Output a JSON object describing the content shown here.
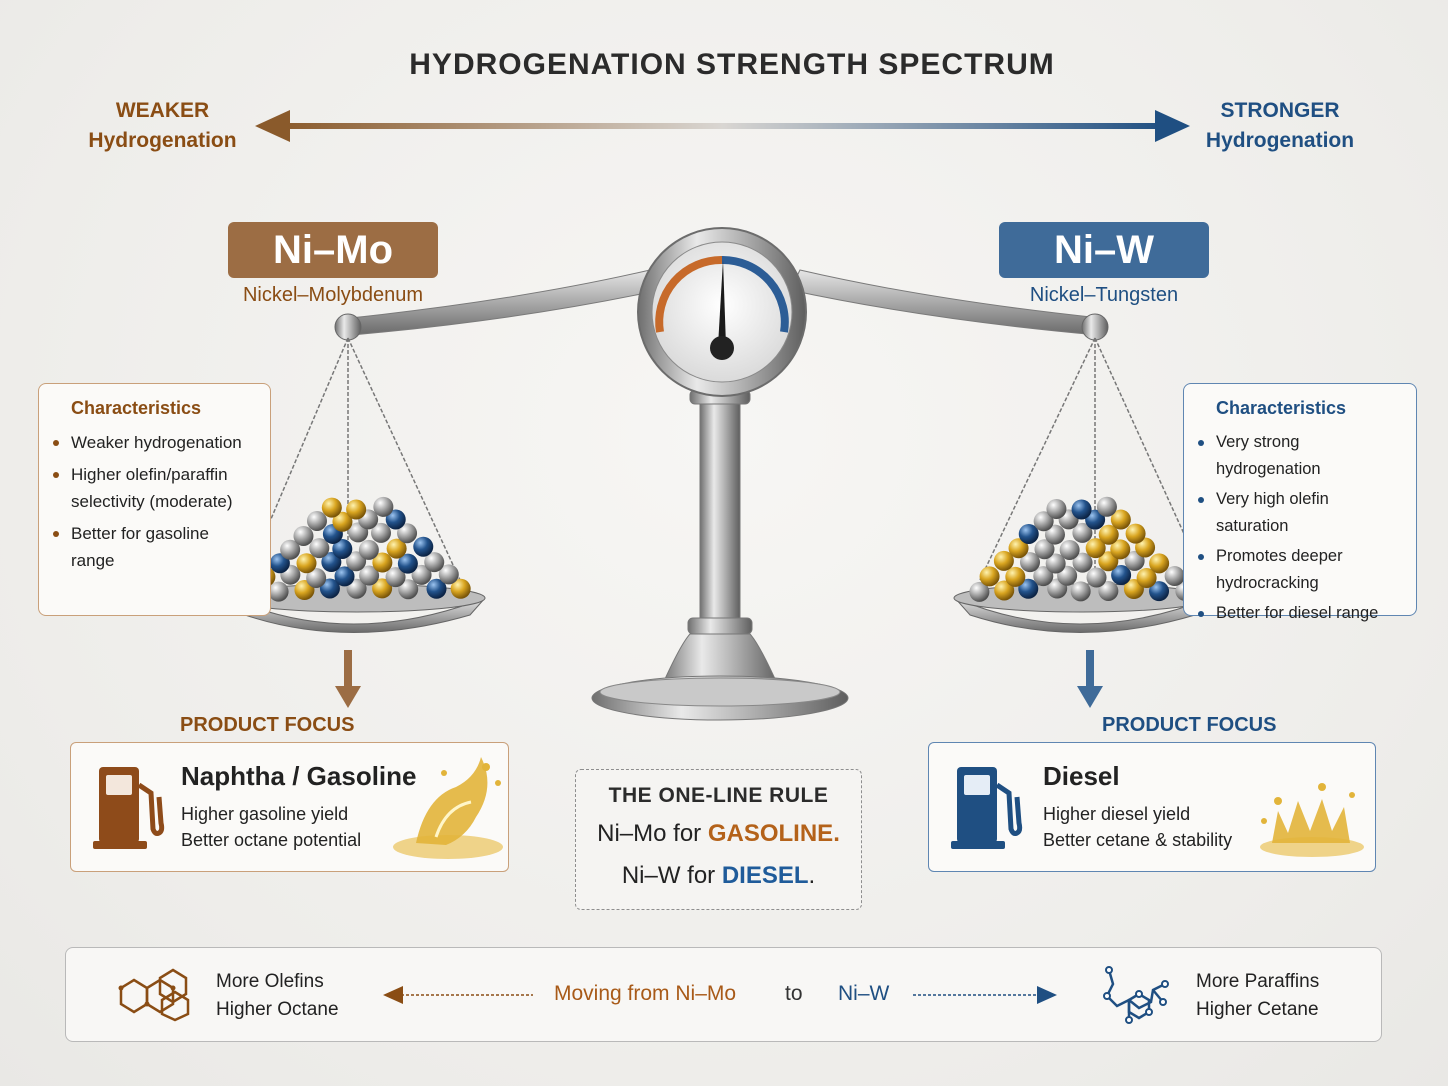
{
  "title": "HYDROGENATION STRENGTH SPECTRUM",
  "spectrum": {
    "weak_line1": "WEAKER",
    "weak_line2": "Hydrogenation",
    "strong_line1": "STRONGER",
    "strong_line2": "Hydrogenation",
    "colors": {
      "weak": "#8a4d14",
      "strong": "#1f4f82"
    }
  },
  "nimo": {
    "name": "Ni–Mo",
    "full_name": "Nickel–Molybdenum",
    "characteristics_title": "Characteristics",
    "characteristics": [
      "Weaker hydrogenation",
      "Higher olefin/paraffin selectivity (moderate)",
      "Better for gasoline range"
    ],
    "product_focus_label": "PRODUCT FOCUS",
    "product_title": "Naphtha / Gasoline",
    "product_lines": [
      "Higher gasoline yield",
      "Better octane potential"
    ],
    "icons": [
      "fuel-pump-icon",
      "oil-splash-icon",
      "arrow-down-icon"
    ],
    "color": "#9c6d44"
  },
  "niw": {
    "name": "Ni–W",
    "full_name": "Nickel–Tungsten",
    "characteristics_title": "Characteristics",
    "characteristics": [
      "Very strong hydrogenation",
      "Very high olefin saturation",
      "Promotes deeper hydrocracking",
      "Better for diesel range"
    ],
    "product_focus_label": "PRODUCT FOCUS",
    "product_title": "Diesel",
    "product_lines": [
      "Higher diesel yield",
      "Better cetane & stability"
    ],
    "icons": [
      "fuel-pump-icon",
      "oil-crown-splash-icon",
      "arrow-down-icon"
    ],
    "color": "#3f6b99"
  },
  "rule": {
    "heading": "THE ONE-LINE RULE",
    "line1_prefix": "Ni–Mo for ",
    "line1_highlight": "GASOLINE.",
    "line2_prefix": "Ni–W for ",
    "line2_highlight": "DIESEL",
    "line2_suffix": "."
  },
  "bottom": {
    "left_line1": "More Olefins",
    "left_line2": "Higher Octane",
    "moving_from": "Moving from Ni–Mo",
    "to": "to",
    "moving_to": "Ni–W",
    "right_line1": "More Paraffins",
    "right_line2": "Higher Cetane",
    "icons": [
      "olefin-molecule-icon",
      "paraffin-molecule-icon"
    ]
  },
  "center_icon": "balance-scale-gauge-icon"
}
